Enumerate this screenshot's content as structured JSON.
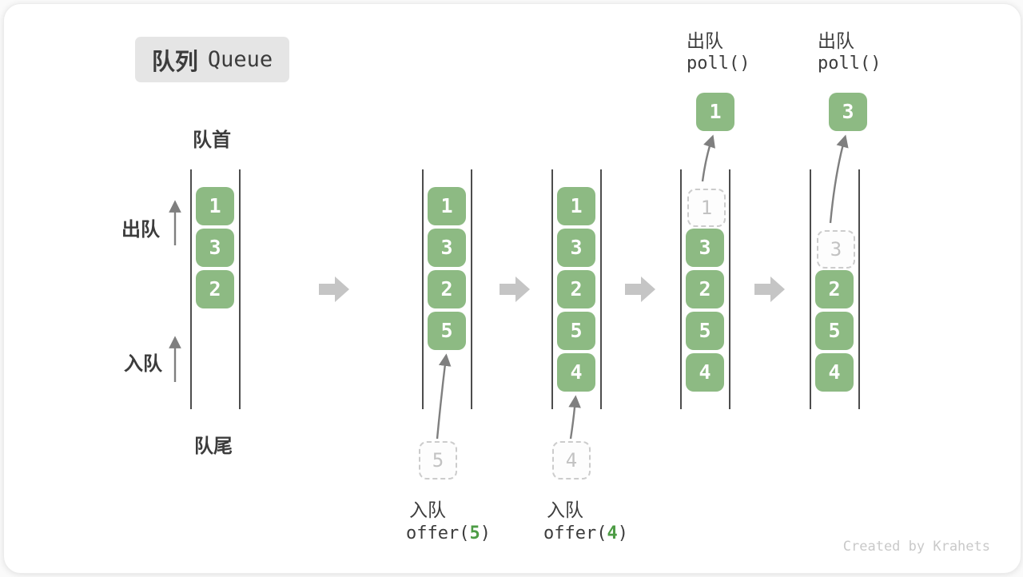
{
  "title": {
    "zh": "队列",
    "en": "Queue"
  },
  "side_labels": {
    "front": "队首",
    "rear": "队尾",
    "dequeue": "出队",
    "enqueue": "入队"
  },
  "columns": [
    {
      "cells": [
        "1",
        "3",
        "2"
      ]
    },
    {
      "cells": [
        "1",
        "3",
        "2",
        "5"
      ],
      "ghost_below": "5",
      "op": {
        "action": "入队",
        "code_prefix": "offer(",
        "code_value": "5",
        "code_suffix": ")"
      }
    },
    {
      "cells": [
        "1",
        "3",
        "2",
        "5",
        "4"
      ],
      "ghost_below": "4",
      "op": {
        "action": "入队",
        "code_prefix": "offer(",
        "code_value": "4",
        "code_suffix": ")"
      }
    },
    {
      "ghost_cell": "1",
      "cells": [
        "3",
        "2",
        "5",
        "4"
      ],
      "extracted": "1",
      "op": {
        "action": "出队",
        "code": "poll()"
      }
    },
    {
      "ghost_cell": "3",
      "cells": [
        "2",
        "5",
        "4"
      ],
      "extracted": "3",
      "op": {
        "action": "出队",
        "code": "poll()"
      }
    }
  ],
  "watermark": "Created by Krahets",
  "colors": {
    "box_green": "#8dba83",
    "code_green": "#4d9c45",
    "block_arrow_gray": "#c5c5c5",
    "thin_arrow_gray": "#7f7f7f",
    "rail_dark": "#4d4d4d",
    "badge_gray": "#e5e5e5",
    "ghost_gray": "#cccccc"
  }
}
